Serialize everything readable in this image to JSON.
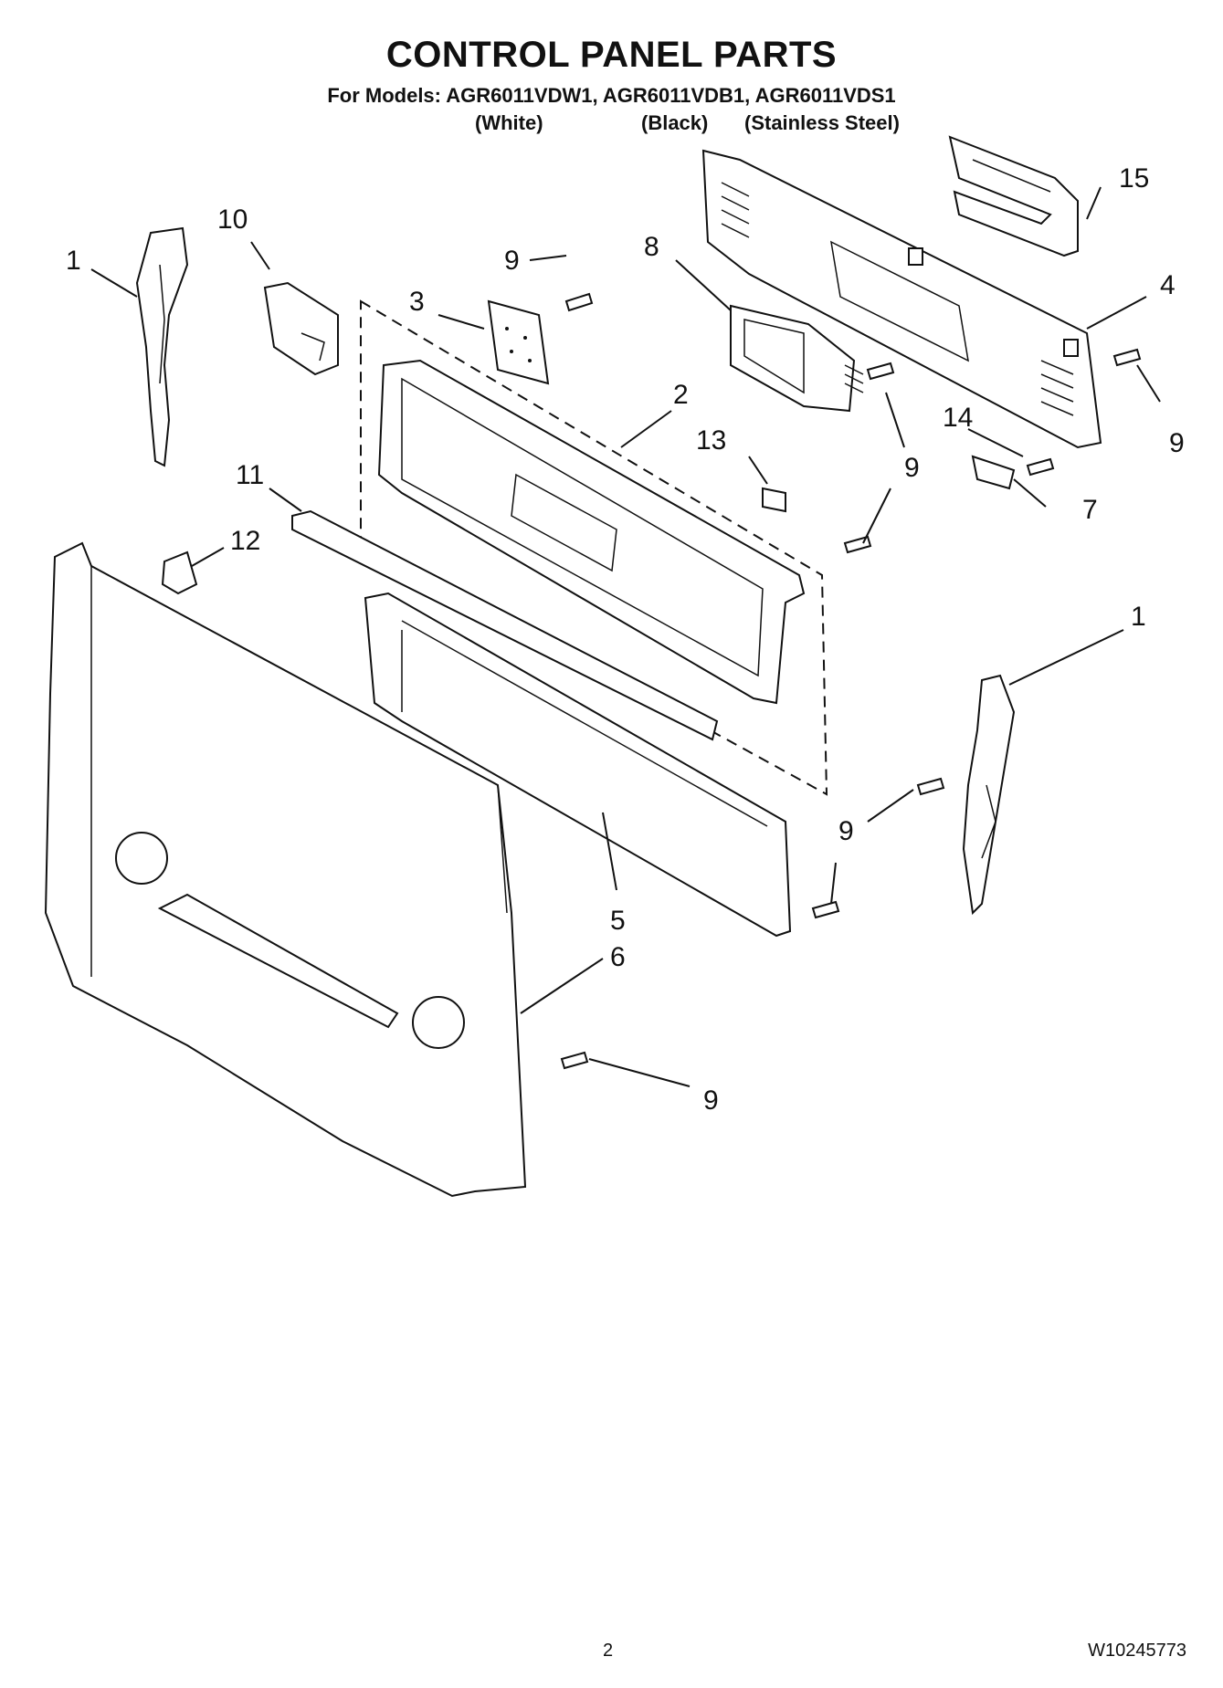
{
  "header": {
    "title": "CONTROL PANEL PARTS",
    "models_line": "For Models: AGR6011VDW1, AGR6011VDB1, AGR6011VDS1",
    "variant_white": "(White)",
    "variant_black": "(Black)",
    "variant_stainless": "(Stainless Steel)"
  },
  "callouts": {
    "c1a": "1",
    "c1b": "1",
    "c2": "2",
    "c3": "3",
    "c4": "4",
    "c5": "5",
    "c6": "6",
    "c7": "7",
    "c8": "8",
    "c9a": "9",
    "c9b": "9",
    "c9c": "9",
    "c9d": "9",
    "c9e": "9",
    "c10": "10",
    "c11": "11",
    "c12": "12",
    "c13": "13",
    "c14": "14",
    "c15": "15"
  },
  "footer": {
    "page_number": "2",
    "document_number": "W10245773"
  }
}
